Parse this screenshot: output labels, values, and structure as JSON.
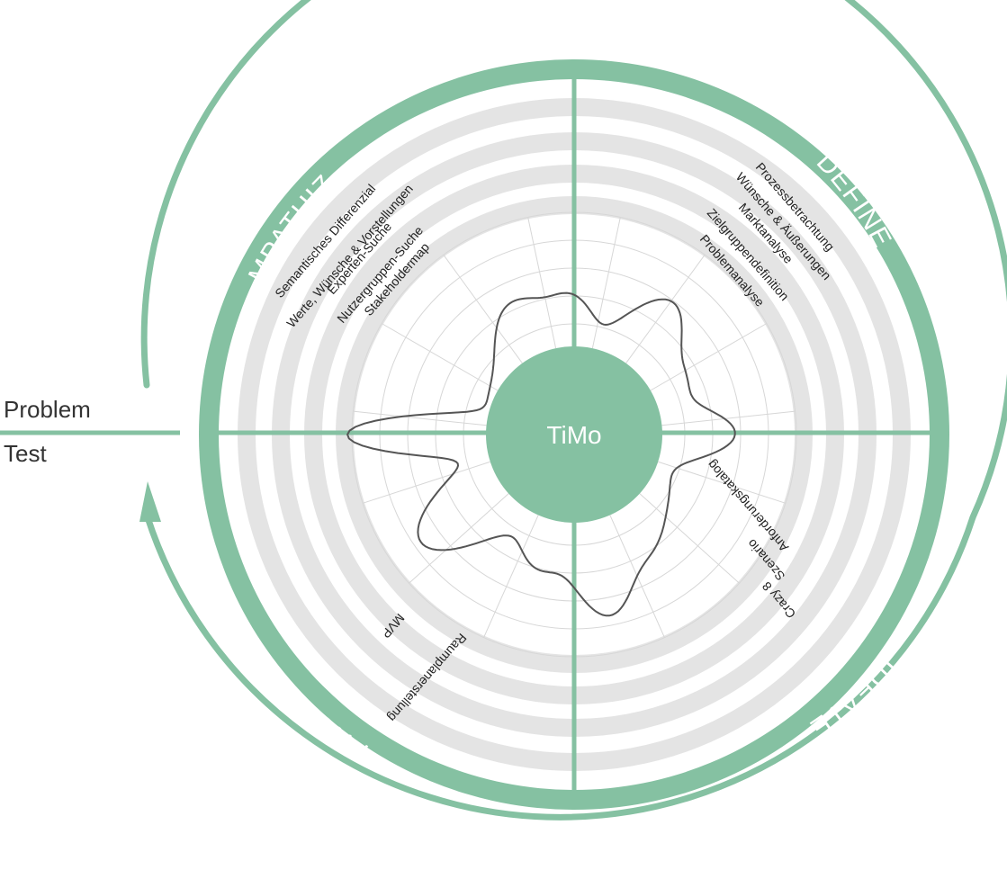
{
  "side_labels": {
    "problem": "Problem",
    "test": "Test"
  },
  "center": {
    "label": "TiMo"
  },
  "colors": {
    "accent": "#85c1a2",
    "ring_gray": "#e4e4e4",
    "grid": "#d7d7d7",
    "curve": "#555555",
    "text": "#333333"
  },
  "phases": [
    {
      "key": "empathize",
      "label": "EMPATHIZE"
    },
    {
      "key": "define",
      "label": "DEFINE"
    },
    {
      "key": "ideate",
      "label": "IDEATE"
    },
    {
      "key": "prototype",
      "label": "PROTOTYPE"
    }
  ],
  "methods": {
    "empathize": [
      "Semantisches Differenzial",
      "Werte, Wünsche & Vorstellungen",
      "Experten-Suche",
      "Nutzergruppen-Suche",
      "Stakeholdermap"
    ],
    "define": [
      "Prozessbetrachtung",
      "Wünsche & Äußerungen",
      "Marktanalyse",
      "Zielgruppendefinition",
      "Problemanalyse"
    ],
    "ideate": [
      "Crazy 8",
      "Szenario",
      "Anforderungskatalog"
    ],
    "prototype": [
      "MVP",
      "Raumplanerstellung"
    ]
  }
}
